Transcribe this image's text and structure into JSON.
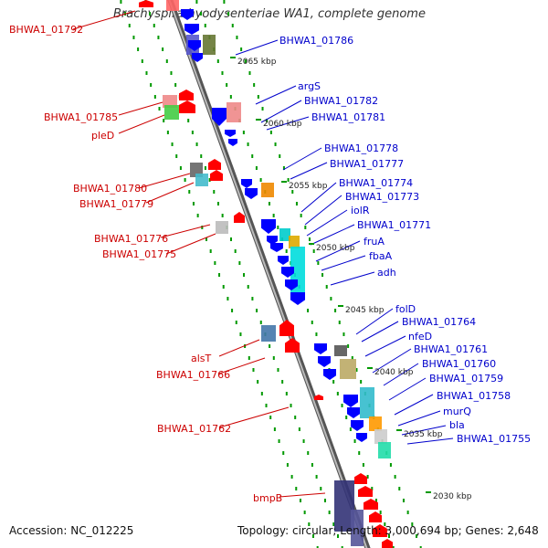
{
  "title": "Brachyspira hyodysenteriae WA1, complete genome",
  "footer": {
    "accession_label": "Accession:",
    "accession": "NC_012225",
    "topology_label": "Topology:",
    "topology": "circular;",
    "length_label": "Length:",
    "length": "3,000,694 bp;",
    "genes_label": "Genes:",
    "genes": "2,648"
  },
  "colors": {
    "forward_label": "#cc0000",
    "reverse_label": "#0000cc",
    "forward_gene": "#ff0000",
    "reverse_gene": "#0000ff",
    "track_dots": "#009900",
    "backbone": "#888888"
  },
  "scale_ticks": [
    "2065 kbp",
    "2060 kbp",
    "2055 kbp",
    "2050 kbp",
    "2045 kbp",
    "2040 kbp",
    "2035 kbp",
    "2030 kbp"
  ],
  "forward_labels": [
    "BHWA1_01792",
    "BHWA1_01785",
    "pleD",
    "BHWA1_01780",
    "BHWA1_01779",
    "BHWA1_01776",
    "BHWA1_01775",
    "alsT",
    "BHWA1_01766",
    "BHWA1_01762",
    "bmpB"
  ],
  "reverse_labels": [
    "BHWA1_01786",
    "argS",
    "BHWA1_01782",
    "BHWA1_01781",
    "BHWA1_01778",
    "BHWA1_01777",
    "BHWA1_01774",
    "BHWA1_01773",
    "iolR",
    "BHWA1_01771",
    "fruA",
    "fbaA",
    "adh",
    "folD",
    "BHWA1_01764",
    "nfeD",
    "BHWA1_01761",
    "BHWA1_01760",
    "BHWA1_01759",
    "BHWA1_01758",
    "murQ",
    "bla",
    "BHWA1_01755"
  ]
}
